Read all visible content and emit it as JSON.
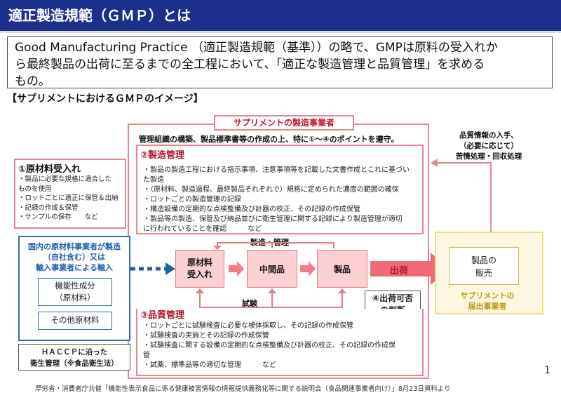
{
  "header": {
    "title": "適正製造規範（ＧＭＰ）とは"
  },
  "intro": {
    "line1": "Good Manufacturing Practice （適正製造規範（基準））の略で、GMPは原料の受入れか",
    "line2": "ら最終製品の出荷に至るまでの全工程において、「適正な製造管理と品質管理」を求める",
    "line3": "もの。"
  },
  "image_title": "【サプリメントにおけるＧＭＰのイメージ】",
  "maker_label": "サプリメントの製造事業者",
  "policy": "管理組織の構築、製品標準書等の作成の上、特に①～④のポイントを遵守。",
  "section2": {
    "title": "②製造管理",
    "lines": [
      "・製品の製造工程における指示事項、注意事項等を記載した文書作成とこれに基づい",
      "た製造",
      "・（原材料、製造過程、最終製品それぞれで）規格に定められた濃度の範囲の確保",
      "・ロットごとの製造管理の記録",
      "・構造設備の定期的な点検整備及び計器の校正、その記録の作成保管",
      "・製品等の製造、保管及び納品並びに衛生管理に関する記録により製造管理が適切",
      "に行われていることを確認　　　など"
    ]
  },
  "section1": {
    "title": "①原材料受入れ",
    "lines": [
      "・製品に必要な規格に適合した",
      "ものを使用",
      "・ロットごとに適正に保管＆出納",
      "・記録の作成＆保管",
      "・サンプルの保存　　など"
    ]
  },
  "section3": {
    "title": "③品質管理",
    "lines": [
      "・ロットごとに試験検査に必要な検体採取し、その記録の作成保管",
      "・試験検査の実施とその記録の作成保管",
      "・試験検査に関する設備の定期的な点検整備及び計器の校正、その記録の作成保",
      "管",
      "・試薬、標準品等の適切な管理　　　など"
    ]
  },
  "flow": {
    "receive": "原材料\n受入れ",
    "receive_l1": "原材料",
    "receive_l2": "受入れ",
    "manufacture_mgmt": "製造・管理",
    "intermediate": "中間品",
    "product": "製品",
    "ship": "出荷",
    "test": "試験",
    "judge_l1": "④出荷可否",
    "judge_l2": "の判断"
  },
  "supplier": {
    "line1": "国内の原材料事業者が製造",
    "line2": "（自社含む）又は",
    "line3": "輸入事業者による輸入",
    "functional_l1": "機能性成分",
    "functional_l2": "（原材料）",
    "other": "その他原材料"
  },
  "haccp": {
    "line1": "ＨＡＣＣＰに沿った",
    "line2": "衛生管理（※食品衛生法）"
  },
  "right": {
    "info_l1": "品質情報の入手、",
    "info_l2": "（必要に応じて）",
    "info_l3": "苦情処理・回収処理",
    "sales_l1": "製品の",
    "sales_l2": "販売",
    "notifier_l1": "サプリメントの",
    "notifier_l2": "届出事業者"
  },
  "page_number": "1",
  "footer": "厚労省・消費者庁共催「機能性表示食品に係る健康被害情報の情報提供義務化等に関する説明会（食品関連事業者向け）」8月23日資料より",
  "colors": {
    "header": "#1c2f8a",
    "pink_border": "#e8868e",
    "red_text": "#b3142a",
    "blue": "#2f6fb3",
    "yellow": "#fdf6e0"
  }
}
